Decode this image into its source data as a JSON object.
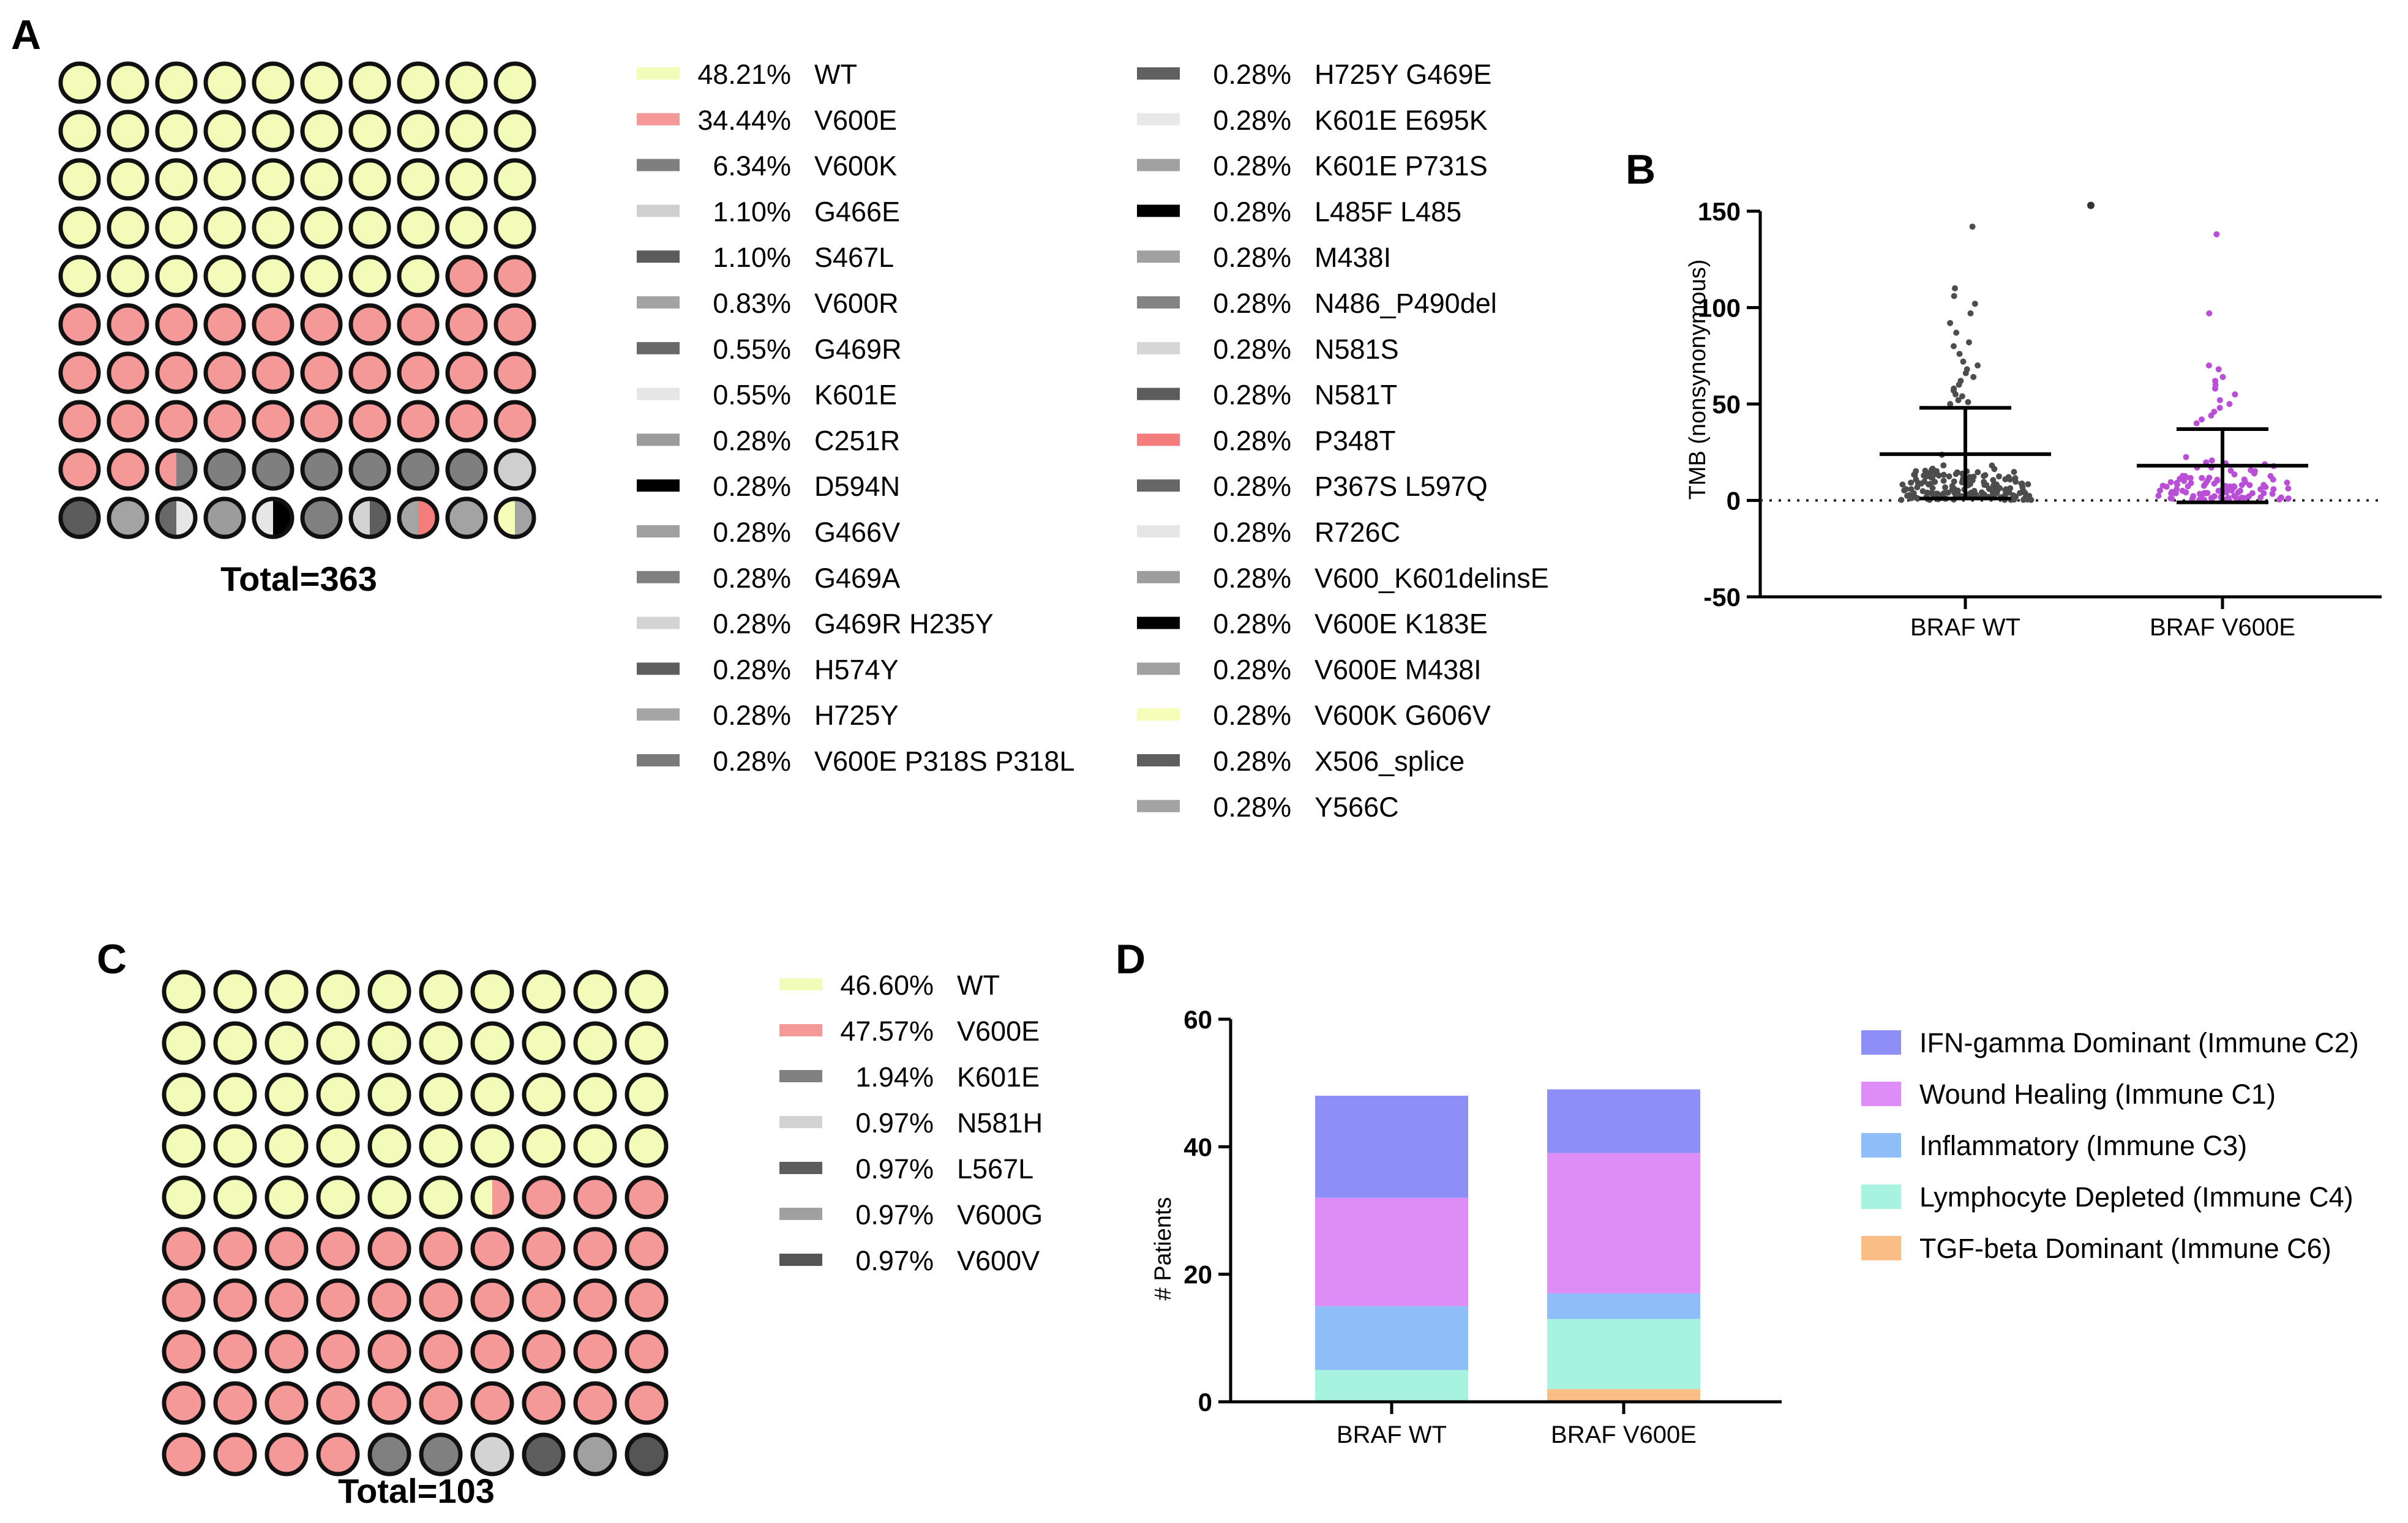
{
  "panels": {
    "A": {
      "letter": "A",
      "total_label": "Total=363",
      "legend": [
        {
          "pct": "48.21%",
          "name": "WT",
          "color": "#f2fbb8"
        },
        {
          "pct": "34.44%",
          "name": "V600E",
          "color": "#f49898"
        },
        {
          "pct": "6.34%",
          "name": "V600K",
          "color": "#7f7f7f"
        },
        {
          "pct": "1.10%",
          "name": "G466E",
          "color": "#cfcfcf"
        },
        {
          "pct": "1.10%",
          "name": "S467L",
          "color": "#5c5c5c"
        },
        {
          "pct": "0.83%",
          "name": "V600R",
          "color": "#a3a3a3"
        },
        {
          "pct": "0.55%",
          "name": "G469R",
          "color": "#686868"
        },
        {
          "pct": "0.55%",
          "name": "K601E",
          "color": "#e6e6e6"
        },
        {
          "pct": "0.28%",
          "name": "C251R",
          "color": "#9c9c9c"
        },
        {
          "pct": "0.28%",
          "name": "D594N",
          "color": "#000000"
        },
        {
          "pct": "0.28%",
          "name": "G466V",
          "color": "#a0a0a0"
        },
        {
          "pct": "0.28%",
          "name": "G469A",
          "color": "#808080"
        },
        {
          "pct": "0.28%",
          "name": "G469R H235Y",
          "color": "#d3d3d3"
        },
        {
          "pct": "0.28%",
          "name": "H574Y",
          "color": "#5e5e5e"
        },
        {
          "pct": "0.28%",
          "name": "H725Y",
          "color": "#a5a5a5"
        },
        {
          "pct": "0.28%",
          "name": "V600E P318S P318L",
          "color": "#7a7a7a"
        },
        {
          "pct": "0.28%",
          "name": "H725Y G469E",
          "color": "#606060"
        },
        {
          "pct": "0.28%",
          "name": "K601E E695K",
          "color": "#e8e8e8"
        },
        {
          "pct": "0.28%",
          "name": "K601E P731S",
          "color": "#a0a0a0"
        },
        {
          "pct": "0.28%",
          "name": "L485F L485",
          "color": "#000000"
        },
        {
          "pct": "0.28%",
          "name": "M438I",
          "color": "#a0a0a0"
        },
        {
          "pct": "0.28%",
          "name": "N486_P490del",
          "color": "#838383"
        },
        {
          "pct": "0.28%",
          "name": "N581S",
          "color": "#d6d6d6"
        },
        {
          "pct": "0.28%",
          "name": "N581T",
          "color": "#5c5c5c"
        },
        {
          "pct": "0.28%",
          "name": "P348T",
          "color": "#f47c7c"
        },
        {
          "pct": "0.28%",
          "name": "P367S L597Q",
          "color": "#666666"
        },
        {
          "pct": "0.28%",
          "name": "R726C",
          "color": "#e6e6e6"
        },
        {
          "pct": "0.28%",
          "name": "V600_K601delinsE",
          "color": "#9d9d9d"
        },
        {
          "pct": "0.28%",
          "name": "V600E K183E",
          "color": "#000000"
        },
        {
          "pct": "0.28%",
          "name": "V600E M438I",
          "color": "#a0a0a0"
        },
        {
          "pct": "0.28%",
          "name": "V600K G606V",
          "color": "#f5fdb8"
        },
        {
          "pct": "0.28%",
          "name": "X506_splice",
          "color": "#5e5e5e"
        },
        {
          "pct": "0.28%",
          "name": "Y566C",
          "color": "#a3a3a3"
        }
      ]
    },
    "B": {
      "letter": "B",
      "ylabel": "TMB (nonsynonymous)",
      "yticks": [
        "150",
        "100",
        "50",
        "0",
        "-50"
      ],
      "categories": [
        "BRAF WT",
        "BRAF V600E"
      ]
    },
    "C": {
      "letter": "C",
      "total_label": "Total=103",
      "legend": [
        {
          "pct": "46.60%",
          "name": "WT",
          "color": "#f2fbb8"
        },
        {
          "pct": "47.57%",
          "name": "V600E",
          "color": "#f49898"
        },
        {
          "pct": "1.94%",
          "name": "K601E",
          "color": "#808080"
        },
        {
          "pct": "0.97%",
          "name": "N581H",
          "color": "#d3d3d3"
        },
        {
          "pct": "0.97%",
          "name": "L567L",
          "color": "#5e5e5e"
        },
        {
          "pct": "0.97%",
          "name": "V600G",
          "color": "#a0a0a0"
        },
        {
          "pct": "0.97%",
          "name": "V600V",
          "color": "#555555"
        }
      ]
    },
    "D": {
      "letter": "D",
      "ylabel": "# Patients",
      "yticks": [
        "60",
        "40",
        "20",
        "0"
      ],
      "legend": [
        {
          "name": "IFN-gamma Dominant (Immune C2)",
          "color": "#8e8ef7"
        },
        {
          "name": "Wound Healing (Immune C1)",
          "color": "#de8cf6"
        },
        {
          "name": "Inflammatory (Immune C3)",
          "color": "#8ebdf7"
        },
        {
          "name": "Lymphocyte Depleted (Immune C4)",
          "color": "#a7f3df"
        },
        {
          "name": "TGF-beta Dominant (Immune C6)",
          "color": "#fbbd86"
        }
      ]
    }
  },
  "chart_data": [
    {
      "type": "waffle",
      "panel": "A",
      "total": 363,
      "grid_rows": [
        [
          "WT",
          "WT",
          "WT",
          "WT",
          "WT",
          "WT",
          "WT",
          "WT",
          "WT",
          "WT"
        ],
        [
          "WT",
          "WT",
          "WT",
          "WT",
          "WT",
          "WT",
          "WT",
          "WT",
          "WT",
          "WT"
        ],
        [
          "WT",
          "WT",
          "WT",
          "WT",
          "WT",
          "WT",
          "WT",
          "WT",
          "WT",
          "WT"
        ],
        [
          "WT",
          "WT",
          "WT",
          "WT",
          "WT",
          "WT",
          "WT",
          "WT",
          "WT",
          "WT"
        ],
        [
          "WT",
          "WT",
          "WT",
          "WT",
          "WT",
          "WT",
          "WT",
          "WT",
          "V600E",
          "V600E"
        ],
        [
          "V600E",
          "V600E",
          "V600E",
          "V600E",
          "V600E",
          "V600E",
          "V600E",
          "V600E",
          "V600E",
          "V600E"
        ],
        [
          "V600E",
          "V600E",
          "V600E",
          "V600E",
          "V600E",
          "V600E",
          "V600E",
          "V600E",
          "V600E",
          "V600E"
        ],
        [
          "V600E",
          "V600E",
          "V600E",
          "V600E",
          "V600E",
          "V600E",
          "V600E",
          "V600E",
          "V600E",
          "V600E"
        ],
        [
          "V600E",
          "V600E",
          "V600E|V600K",
          "V600K",
          "V600K",
          "V600K",
          "V600K",
          "V600K",
          "V600K",
          "G466E"
        ],
        [
          "S467L",
          "V600R",
          "G469R|K601E",
          "C251R",
          "K601E|D594N",
          "G469A",
          "G469R H235Y|H574Y",
          "H725Y|P348T",
          "V600R",
          "V600K G606V|Y566C"
        ]
      ]
    },
    {
      "type": "scatter",
      "panel": "B",
      "ylim": [
        -50,
        150
      ],
      "ylabel": "TMB (nonsynonymous)",
      "categories": [
        "BRAF WT",
        "BRAF V600E"
      ],
      "series": [
        {
          "category": "BRAF WT",
          "color": "#4d4d4d",
          "mean": 24,
          "sd_upper": 48,
          "sd_lower": 1,
          "n": 175,
          "max": 143,
          "outlier": 153,
          "values": [
            142,
            110,
            106,
            102,
            97,
            92,
            87,
            82,
            80,
            76,
            72,
            70,
            68,
            66,
            64,
            62,
            60,
            58,
            57,
            55,
            54,
            52,
            51,
            50
          ]
        },
        {
          "category": "BRAF V600E",
          "color": "#b84fd6",
          "mean": 18,
          "sd_upper": 37,
          "sd_lower": -1,
          "n": 125,
          "max": 138,
          "values": [
            138,
            97,
            70,
            68,
            64,
            62,
            60,
            58,
            55,
            52,
            50,
            48,
            46,
            44,
            42,
            40
          ]
        }
      ]
    },
    {
      "type": "waffle",
      "panel": "C",
      "total": 103,
      "grid_rows": [
        [
          "WT",
          "WT",
          "WT",
          "WT",
          "WT",
          "WT",
          "WT",
          "WT",
          "WT",
          "WT"
        ],
        [
          "WT",
          "WT",
          "WT",
          "WT",
          "WT",
          "WT",
          "WT",
          "WT",
          "WT",
          "WT"
        ],
        [
          "WT",
          "WT",
          "WT",
          "WT",
          "WT",
          "WT",
          "WT",
          "WT",
          "WT",
          "WT"
        ],
        [
          "WT",
          "WT",
          "WT",
          "WT",
          "WT",
          "WT",
          "WT",
          "WT",
          "WT",
          "WT"
        ],
        [
          "WT",
          "WT",
          "WT",
          "WT",
          "WT",
          "WT",
          "WT|V600E",
          "V600E",
          "V600E",
          "V600E"
        ],
        [
          "V600E",
          "V600E",
          "V600E",
          "V600E",
          "V600E",
          "V600E",
          "V600E",
          "V600E",
          "V600E",
          "V600E"
        ],
        [
          "V600E",
          "V600E",
          "V600E",
          "V600E",
          "V600E",
          "V600E",
          "V600E",
          "V600E",
          "V600E",
          "V600E"
        ],
        [
          "V600E",
          "V600E",
          "V600E",
          "V600E",
          "V600E",
          "V600E",
          "V600E",
          "V600E",
          "V600E",
          "V600E"
        ],
        [
          "V600E",
          "V600E",
          "V600E",
          "V600E",
          "V600E",
          "V600E",
          "V600E",
          "V600E",
          "V600E",
          "V600E"
        ],
        [
          "V600E",
          "V600E",
          "V600E",
          "V600E",
          "K601E",
          "K601E",
          "N581H",
          "L567L",
          "V600G",
          "V600V"
        ]
      ]
    },
    {
      "type": "bar",
      "stacked": true,
      "panel": "D",
      "categories": [
        "BRAF WT",
        "BRAF V600E"
      ],
      "ylim": [
        0,
        60
      ],
      "ylabel": "# Patients",
      "series": [
        {
          "name": "TGF-beta Dominant (Immune C6)",
          "values": [
            0,
            2
          ]
        },
        {
          "name": "Lymphocyte Depleted (Immune C4)",
          "values": [
            5,
            11
          ]
        },
        {
          "name": "Inflammatory (Immune C3)",
          "values": [
            10,
            4
          ]
        },
        {
          "name": "Wound Healing (Immune C1)",
          "values": [
            17,
            22
          ]
        },
        {
          "name": "IFN-gamma Dominant (Immune C2)",
          "values": [
            16,
            10
          ]
        }
      ]
    }
  ]
}
